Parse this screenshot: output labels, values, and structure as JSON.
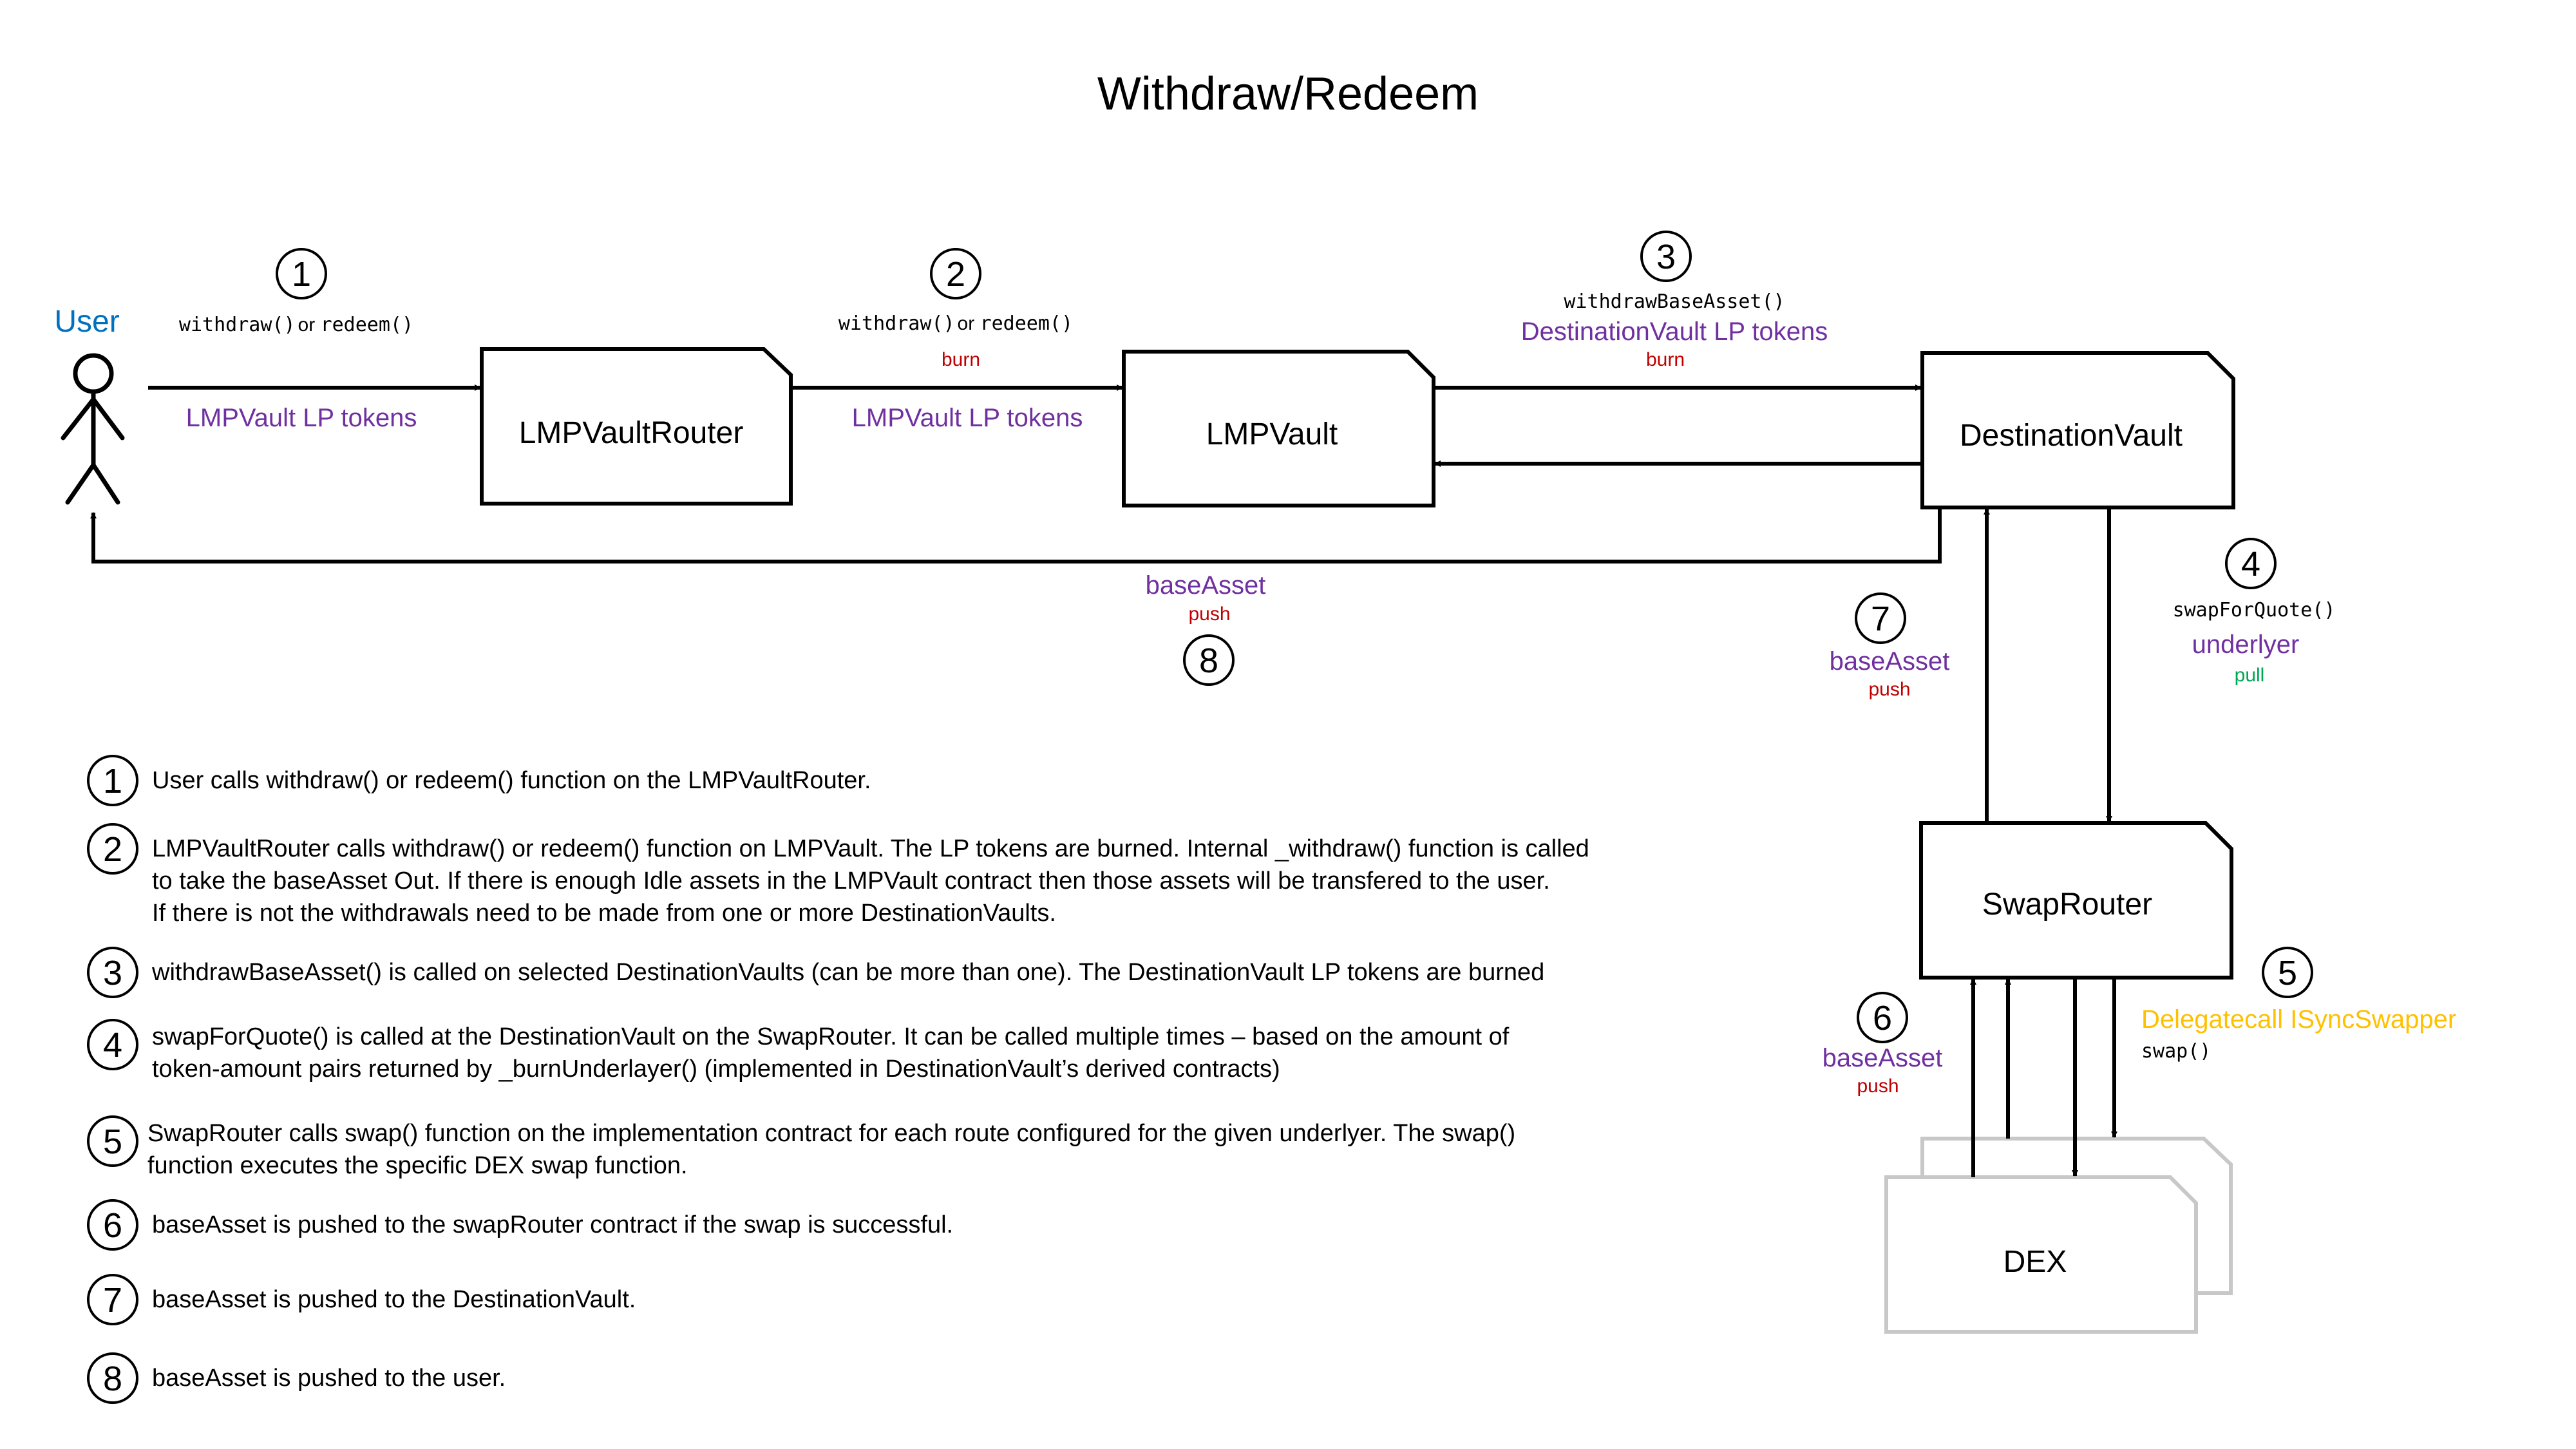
{
  "title": "Withdraw/Redeem",
  "actors": {
    "user": "User"
  },
  "boxes": {
    "router": "LMPVaultRouter",
    "vault": "LMPVault",
    "destination": "DestinationVault",
    "swap_router": "SwapRouter",
    "dex": "DEX"
  },
  "steps": {
    "s1": {
      "num": "1",
      "call_a": "withdraw()",
      "or": "or",
      "call_b": "redeem()",
      "token": "LMPVault LP tokens"
    },
    "s2": {
      "num": "2",
      "call_a": "withdraw()",
      "or": "or",
      "call_b": "redeem()",
      "action": "burn",
      "token": "LMPVault LP tokens"
    },
    "s3": {
      "num": "3",
      "call": "withdrawBaseAsset()",
      "token": "DestinationVault LP tokens",
      "action": "burn"
    },
    "s4": {
      "num": "4",
      "call": "swapForQuote()",
      "token": "underlyer",
      "action": "pull"
    },
    "s5": {
      "num": "5",
      "delegate": "Delegatecall ISyncSwapper",
      "call": "swap()"
    },
    "s6": {
      "num": "6",
      "token": "baseAsset",
      "action": "push"
    },
    "s7": {
      "num": "7",
      "token": "baseAsset",
      "action": "push"
    },
    "s8": {
      "num": "8",
      "token": "baseAsset",
      "action": "push"
    }
  },
  "legend": [
    {
      "num": "1",
      "lines": [
        "User calls withdraw() or redeem() function on the LMPVaultRouter."
      ]
    },
    {
      "num": "2",
      "lines": [
        "LMPVaultRouter calls withdraw() or redeem() function on LMPVault. The LP tokens are burned. Internal _withdraw() function is called",
        "to take the baseAsset Out. If there is enough Idle assets in the LMPVault contract then those assets will be transfered to the user.",
        "If there is not the withdrawals need to be made from one or more DestinationVaults."
      ]
    },
    {
      "num": "3",
      "lines": [
        "withdrawBaseAsset() is called on selected DestinationVaults (can be more than one). The DestinationVault LP tokens are burned"
      ]
    },
    {
      "num": "4",
      "lines": [
        "swapForQuote() is called at the DestinationVault on the SwapRouter. It can be called multiple times – based on the amount of",
        "token-amount pairs returned by _burnUnderlayer() (implemented in DestinationVault’s derived contracts)"
      ]
    },
    {
      "num": "5",
      "lines": [
        "SwapRouter calls swap() function on the implementation contract for each route configured for the given underlyer. The swap()",
        "function executes the specific DEX swap function."
      ]
    },
    {
      "num": "6",
      "lines": [
        "baseAsset is pushed to the swapRouter contract if the swap is successful."
      ]
    },
    {
      "num": "7",
      "lines": [
        "baseAsset is pushed to the DestinationVault."
      ]
    },
    {
      "num": "8",
      "lines": [
        "baseAsset is pushed to the user."
      ]
    }
  ],
  "colors": {
    "purple": "#7030a0",
    "red": "#c00000",
    "green": "#00a651",
    "yellow": "#ffc000",
    "blue": "#0070c0",
    "dex_border": "#c8c8c8"
  }
}
